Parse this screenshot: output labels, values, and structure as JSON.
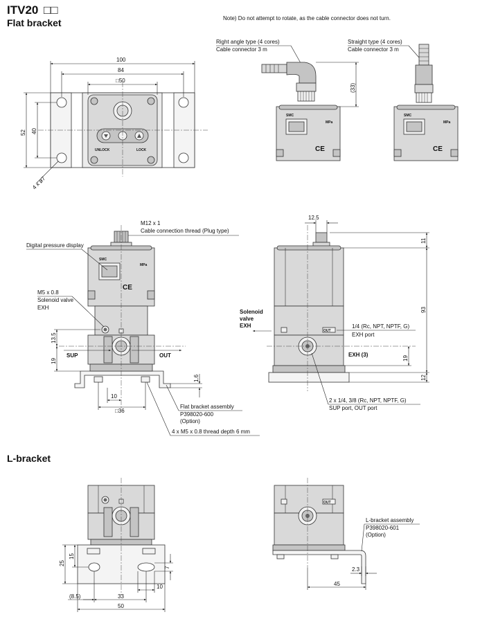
{
  "header": {
    "model": "ITV20",
    "model_suffix": "□□",
    "section_flat": "Flat bracket",
    "note": "Note) Do not attempt to rotate, as the cable connector does not turn.",
    "section_l": "L-bracket"
  },
  "top_view": {
    "dim_100": "100",
    "dim_84": "84",
    "dim_50": "□50",
    "dim_52": "52",
    "dim_40": "40",
    "holes": "4 x ø7",
    "unlock": "UNLOCK",
    "lock": "LOCK"
  },
  "connectors": {
    "right_angle_title": "Right angle type (4 cores)",
    "right_angle_sub": "Cable connector 3 m",
    "straight_title": "Straight type (4 cores)",
    "straight_sub": "Cable connector 3 m",
    "dim_33": "(33)"
  },
  "front_view": {
    "thread_title": "M12 x 1",
    "thread_sub": "Cable connection thread (Plug type)",
    "display": "Digital pressure display",
    "solenoid_1": "M5 x 0.8",
    "solenoid_2": "Solenoid valve",
    "solenoid_3": "EXH",
    "dim_13_5": "13.5",
    "dim_19": "19",
    "sup": "SUP",
    "out": "OUT",
    "dim_1_6": "1.6",
    "dim_10": "10",
    "dim_36": "□36",
    "bracket_1": "Flat bracket assembly",
    "bracket_2": "P398020-600",
    "bracket_3": "(Option)",
    "thread_depth": "4 x M5 x 0.8 thread depth 6 mm"
  },
  "side_view": {
    "dim_12_5": "12.5",
    "dim_11": "11",
    "dim_93": "93",
    "dim_19": "19",
    "dim_12": "12",
    "solenoid_1": "Solenoid",
    "solenoid_2": "valve",
    "solenoid_3": "EXH",
    "exh_port_1": "1/4 (Rc, NPT, NPTF, G)",
    "exh_port_2": "EXH port",
    "exh3": "EXH (3)",
    "port_1": "2 x 1/4, 3/8 (Rc, NPT, NPTF, G)",
    "port_2": "SUP port, OUT port"
  },
  "l_bracket": {
    "dim_25": "25",
    "dim_15": "15",
    "dim_7": "7",
    "dim_10": "10",
    "dim_8_5": "(8.5)",
    "dim_33": "33",
    "dim_50": "50",
    "assembly_1": "L-bracket assembly",
    "assembly_2": "P398020-601",
    "assembly_3": "(Option)",
    "dim_2_3": "2.3",
    "dim_45": "45"
  },
  "labels": {
    "brand": "SMC",
    "unit": "MPa",
    "ce": "CE",
    "out_tag": "OUT"
  }
}
